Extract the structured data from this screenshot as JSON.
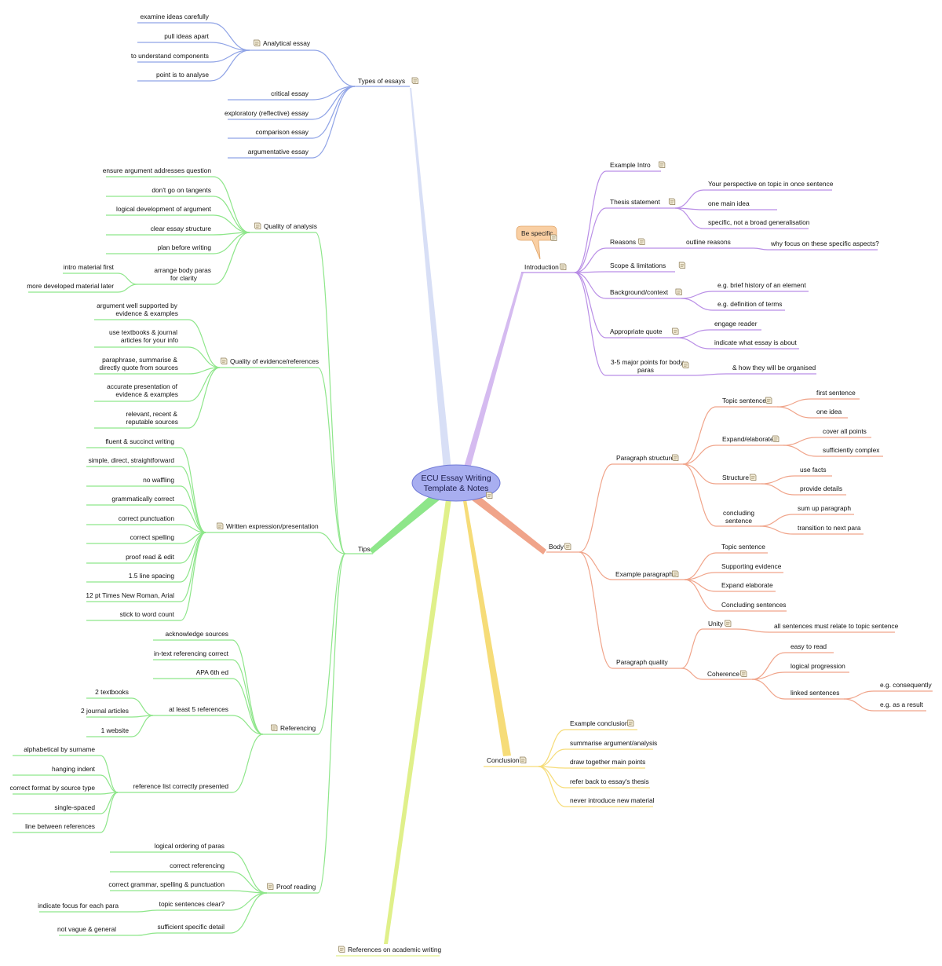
{
  "colors": {
    "blue": "#8fa3e6",
    "green": "#8ee68a",
    "purple": "#b98ee6",
    "salmon": "#f0a48a",
    "gold": "#f6dc78",
    "lime": "#e0f08a",
    "center_fill": "#a8aef0",
    "callout_fill": "#f9cfa3"
  },
  "center": {
    "line1": "ECU Essay Writing",
    "line2": "Template & Notes"
  },
  "callout": {
    "label": "Be specific"
  },
  "nodes": {
    "types": "Types of essays",
    "analytical": "Analytical essay",
    "an1": "examine ideas carefully",
    "an2": "pull ideas apart",
    "an3": "to understand components",
    "an4": "point is to analyse",
    "t1": "critical essay",
    "t2": "exploratory (reflective) essay",
    "t3": "comparison essay",
    "t4": "argumentative essay",
    "tips": "Tips",
    "qa": "Quality of analysis",
    "qa1": "ensure argument addresses question",
    "qa2": "don't go on tangents",
    "qa3": "logical development of argument",
    "qa4": "clear essay structure",
    "qa5": "plan before writing",
    "qa6a": "arrange body paras",
    "qa6b": "for clarity",
    "qa6_1": "intro material first",
    "qa6_2": "more developed material later",
    "qe": "Quality of evidence/references",
    "qe1a": "argument well supported by",
    "qe1b": "evidence & examples",
    "qe2a": "use textbooks & journal",
    "qe2b": "articles for your info",
    "qe3a": "paraphrase, summarise &",
    "qe3b": "directly quote from sources",
    "qe4a": "accurate presentation of",
    "qe4b": "evidence & examples",
    "qe5a": "relevant, recent &",
    "qe5b": "reputable sources",
    "we": "Written expression/presentation",
    "we1": "fluent & succinct writing",
    "we2": "simple, direct, straightforward",
    "we3": "no waffling",
    "we4": "grammatically correct",
    "we5": "correct punctuation",
    "we6": "correct spelling",
    "we7": "proof read & edit",
    "we8": "1.5 line spacing",
    "we9": "12 pt Times New Roman, Arial",
    "we10": "stick to word count",
    "ref": "Referencing",
    "ref1": "acknowledge sources",
    "ref2": "in-text referencing correct",
    "ref3": "APA 6th ed",
    "ref4": "at least 5 references",
    "ref4_1": "2 textbooks",
    "ref4_2": "2 journal articles",
    "ref4_3": "1 website",
    "ref5": "reference list correctly presented",
    "ref5_1": "alphabetical by surname",
    "ref5_2": "hanging indent",
    "ref5_3": "correct format by source type",
    "ref5_4": "single-spaced",
    "ref5_5": "line between references",
    "pr": "Proof reading",
    "pr1": "logical ordering of paras",
    "pr2": "correct referencing",
    "pr3": "correct grammar, spelling & punctuation",
    "pr4": "topic sentences clear?",
    "pr4_1": "indicate focus for each para",
    "pr5": "sufficient specific detail",
    "pr5_1": "not vague & general",
    "intro": "Introduction",
    "in1": "Example Intro",
    "in2": "Thesis statement",
    "in2_1": "Your perspective on topic in once sentence",
    "in2_2": "one main idea",
    "in2_3": "specific, not a broad generalisation",
    "in3": "Reasons",
    "in3_1": "outline reasons",
    "in3_2": "why focus on these specific aspects?",
    "in4": "Scope & limitations",
    "in5": "Background/context",
    "in5_1": "e.g. brief history of an element",
    "in5_2": "e.g. definition of terms",
    "in6": "Appropriate quote",
    "in6_1": "engage reader",
    "in6_2": "indicate what essay is about",
    "in7a": "3-5 major points for body",
    "in7b": "paras",
    "in7_1": "& how they will be organised",
    "body": "Body",
    "ps": "Paragraph structure",
    "ps1": "Topic sentence",
    "ps1_1": "first sentence",
    "ps1_2": "one idea",
    "ps2": "Expand/elaborate",
    "ps2_1": "cover all points",
    "ps2_2": "sufficiently complex",
    "ps3": "Structure",
    "ps3_1": "use facts",
    "ps3_2": "provide details",
    "ps4a": "concluding",
    "ps4b": "sentence",
    "ps4_1": "sum up paragraph",
    "ps4_2": "transition to next para",
    "ep": "Example paragraph",
    "ep1": "Topic sentence",
    "ep2": "Supporting evidence",
    "ep3": "Expand elaborate",
    "ep4": "Concluding sentences",
    "pq": "Paragraph quality",
    "pq1": "Unity",
    "pq1_1": "all sentences must relate to topic sentence",
    "pq2": "Coherence",
    "pq2_1": "easy to read",
    "pq2_2": "logical progression",
    "pq2_3": "linked sentences",
    "pq2_3_1": "e.g. consequently",
    "pq2_3_2": "e.g. as a result",
    "concl": "Conclusion",
    "co1": "Example conclusion",
    "co2": "summarise argument/analysis",
    "co3": "draw together main points",
    "co4": "refer back to essay's thesis",
    "co5": "never introduce new material",
    "refs": "References on academic writing"
  }
}
